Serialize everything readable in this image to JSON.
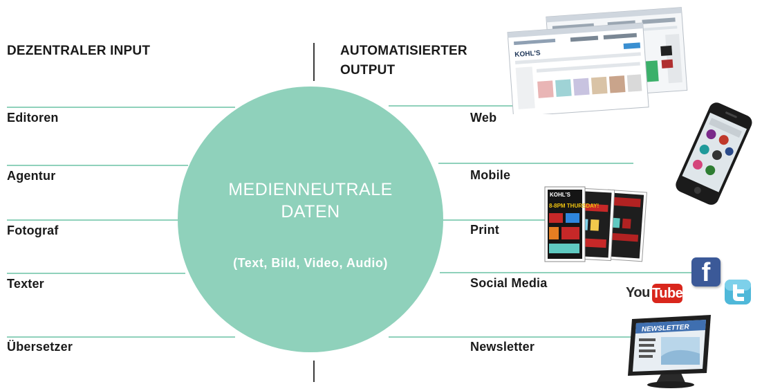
{
  "left_header": "DEZENTRALER INPUT",
  "right_header": [
    "AUTOMATISIERTER",
    "OUTPUT"
  ],
  "inputs": [
    "Editoren",
    "Agentur",
    "Fotograf",
    "Texter",
    "Übersetzer"
  ],
  "outputs": [
    "Web",
    "Mobile",
    "Print",
    "Social Media",
    "Newsletter"
  ],
  "center": {
    "title": [
      "MEDIENNEUTRALE",
      "DATEN"
    ],
    "subtitle": "(Text, Bild, Video, Audio)"
  },
  "illustrations": {
    "web_brand": "KOHL'S",
    "print_brand": "KOHL'S",
    "print_headline": "8-8PM THURSDAY!",
    "youtube_you": "You",
    "youtube_tube": "Tube",
    "facebook_letter": "f",
    "newsletter_label": "NEWSLETTER"
  },
  "colors": {
    "accent": "#8fd1bb",
    "text": "#1a1a1a",
    "divider": "#3a3a3a",
    "facebook": "#3b5998",
    "twitter": "#4fb8d9",
    "youtube_red": "#d9261c"
  },
  "icons": [
    "web-screenshot-icon",
    "smartphone-icon",
    "print-flyer-icon",
    "youtube-icon",
    "facebook-icon",
    "twitter-icon",
    "newsletter-monitor-icon"
  ]
}
